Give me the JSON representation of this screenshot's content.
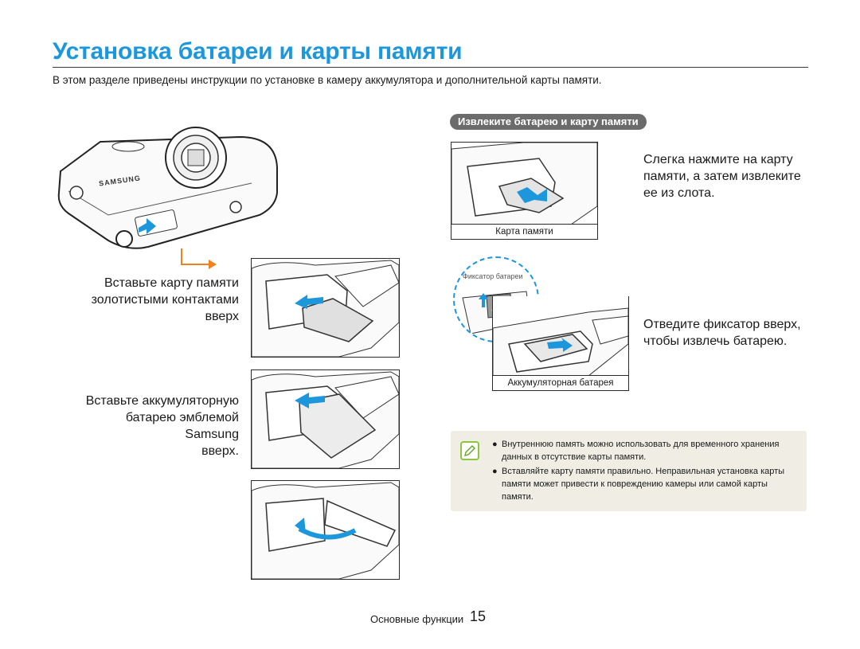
{
  "page": {
    "title": "Установка батареи и карты памяти",
    "intro": "В этом разделе приведены инструкции по установке в камеру аккумулятора и дополнительной карты памяти."
  },
  "insert": {
    "step_card": [
      "Вставьте карту памяти",
      "золотистыми контактами",
      "вверх"
    ],
    "step_battery": [
      "Вставьте аккумуляторную",
      "батарею эмблемой Samsung",
      "вверх."
    ],
    "camera_brand": "SAMSUNG"
  },
  "remove": {
    "section_title": "Извлеките батарею и карту памяти",
    "card_caption": "Карта памяти",
    "card_instruction": [
      "Слегка нажмите на карту",
      "памяти, а затем извлеките",
      "ее из слота."
    ],
    "latch_label": "Фиксатор батареи",
    "battery_caption": "Аккумуляторная батарея",
    "battery_instruction": [
      "Отведите фиксатор вверх,",
      "чтобы извлечь батарею."
    ]
  },
  "note": {
    "items": [
      "Внутреннюю память можно использовать для временного хранения данных в отсутствие карты памяти.",
      "Вставляйте карту памяти правильно. Неправильная установка карты памяти может привести к повреждению камеры или самой карты памяти."
    ]
  },
  "footer": {
    "section": "Основные функции",
    "page_number": "15"
  },
  "colors": {
    "title": "#1d97dc",
    "arrow": "#1d97dc",
    "pointer": "#f0821e",
    "note_bg": "#efede4",
    "note_icon": "#8cc63f"
  }
}
